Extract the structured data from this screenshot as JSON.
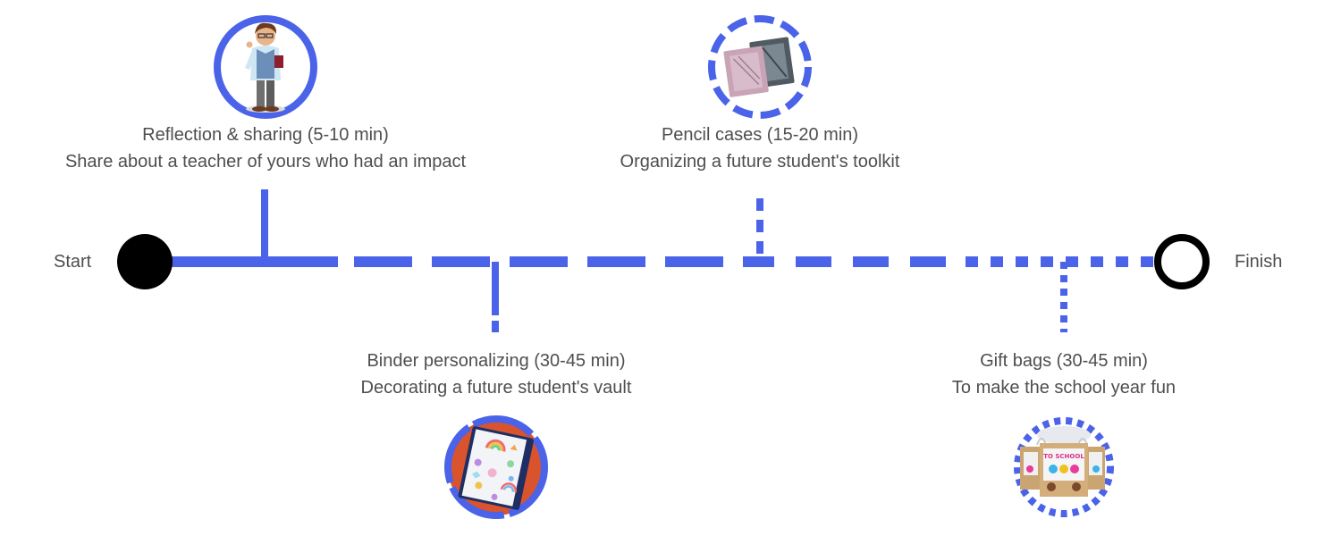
{
  "start_label": "Start",
  "finish_label": "Finish",
  "colors": {
    "line": "#4a63e8",
    "node": "#000000",
    "text": "#4e4e4e"
  },
  "activities": [
    {
      "title": "Reflection & sharing (5-10 min)",
      "description": "Share about a teacher of yours who had an impact",
      "icon": "teacher-figure-icon"
    },
    {
      "title": "Binder personalizing (30-45 min)",
      "description": "Decorating a future student's vault",
      "icon": "decorated-binder-icon"
    },
    {
      "title": "Pencil cases (15-20 min)",
      "description": "Organizing a future student's toolkit",
      "icon": "pencil-case-icon"
    },
    {
      "title": "Gift bags (30-45 min)",
      "description": "To make the school year fun",
      "icon": "gift-bags-icon",
      "bag_text": "TO SCHOOL"
    }
  ]
}
